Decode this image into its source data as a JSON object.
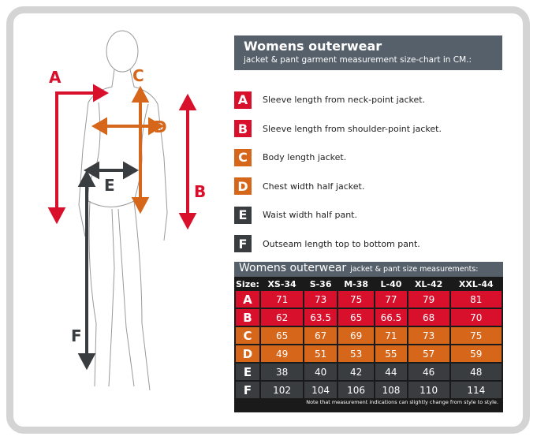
{
  "header": {
    "title": "Womens outerwear",
    "subtitle": "jacket & pant garment measurement size-chart in CM.:"
  },
  "colors": {
    "red": "#d8102c",
    "orange": "#d5661a",
    "dark": "#3a3d40",
    "header": "#56606a"
  },
  "legend": [
    {
      "letter": "A",
      "text": "Sleeve length from neck-point jacket.",
      "color": "#d8102c"
    },
    {
      "letter": "B",
      "text": "Sleeve length from shoulder-point jacket.",
      "color": "#d8102c"
    },
    {
      "letter": "C",
      "text": "Body length jacket.",
      "color": "#d5661a"
    },
    {
      "letter": "D",
      "text": "Chest width half jacket.",
      "color": "#d5661a"
    },
    {
      "letter": "E",
      "text": "Waist width half pant.",
      "color": "#3a3d40"
    },
    {
      "letter": "F",
      "text": "Outseam length top to bottom pant.",
      "color": "#3a3d40"
    }
  ],
  "table": {
    "title": "Womens outerwear",
    "subtitle": "jacket & pant size measurements:",
    "size_label": "Size:",
    "sizes": [
      "XS-34",
      "S-36",
      "M-38",
      "L-40",
      "XL-42",
      "XXL-44"
    ],
    "rows": [
      {
        "label": "A",
        "values": [
          "71",
          "73",
          "75",
          "77",
          "79",
          "81"
        ],
        "color": "#d8102c"
      },
      {
        "label": "B",
        "values": [
          "62",
          "63.5",
          "65",
          "66.5",
          "68",
          "70"
        ],
        "color": "#d8102c"
      },
      {
        "label": "C",
        "values": [
          "65",
          "67",
          "69",
          "71",
          "73",
          "75"
        ],
        "color": "#d5661a"
      },
      {
        "label": "D",
        "values": [
          "49",
          "51",
          "53",
          "55",
          "57",
          "59"
        ],
        "color": "#d5661a"
      },
      {
        "label": "E",
        "values": [
          "38",
          "40",
          "42",
          "44",
          "46",
          "48"
        ],
        "color": "#3a3d40"
      },
      {
        "label": "F",
        "values": [
          "102",
          "104",
          "106",
          "108",
          "110",
          "114"
        ],
        "color": "#3a3d40"
      }
    ],
    "note": "Note that measurement indications can slightly change from style to style."
  },
  "figure": {
    "labels": [
      "A",
      "B",
      "C",
      "D",
      "E",
      "F"
    ]
  }
}
